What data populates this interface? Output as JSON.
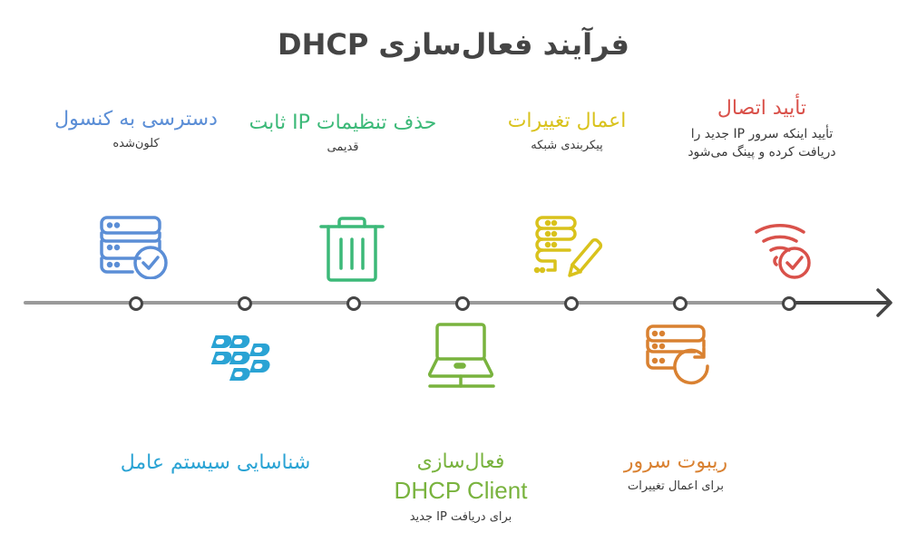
{
  "title": "فرآیند فعال‌سازی DHCP",
  "colors": {
    "blue": "#5b8ed6",
    "green": "#3cb978",
    "yellow": "#d9c21c",
    "red": "#d9514a",
    "cyan": "#2aa3d4",
    "lime": "#79b33e",
    "orange": "#d98131",
    "line": "#9a9a9a",
    "line_dark": "#454545"
  },
  "steps": [
    {
      "position": "top",
      "title": "دسترسی به کنسول",
      "desc": "کلون‌شده",
      "icon": "server-check-icon",
      "color": "#5b8ed6"
    },
    {
      "position": "bottom",
      "title": "شناسایی سیستم عامل",
      "desc": "",
      "icon": "blackberry-logo-icon",
      "color": "#2aa3d4"
    },
    {
      "position": "top",
      "title": "حذف تنظیمات IP ثابت",
      "desc": "قدیمی",
      "icon": "trash-icon",
      "color": "#3cb978"
    },
    {
      "position": "bottom",
      "title_line1": "فعال‌سازی",
      "title_line2": "DHCP Client",
      "desc": "برای دریافت IP جدید",
      "icon": "laptop-network-icon",
      "color": "#79b33e"
    },
    {
      "position": "top",
      "title": "اعمال تغییرات",
      "desc": "پیکربندی  شبکه",
      "icon": "server-edit-icon",
      "color": "#d9c21c"
    },
    {
      "position": "bottom",
      "title": "ریبوت سرور",
      "desc": "برای اعمال تغییرات",
      "icon": "server-refresh-icon",
      "color": "#d98131"
    },
    {
      "position": "top",
      "title": "تأیید اتصال",
      "desc_line1": "تأیید اینکه سرور IP جدید را",
      "desc_line2": "دریافت کرده و پینگ می‌شود",
      "icon": "wifi-check-icon",
      "color": "#d9514a"
    }
  ]
}
